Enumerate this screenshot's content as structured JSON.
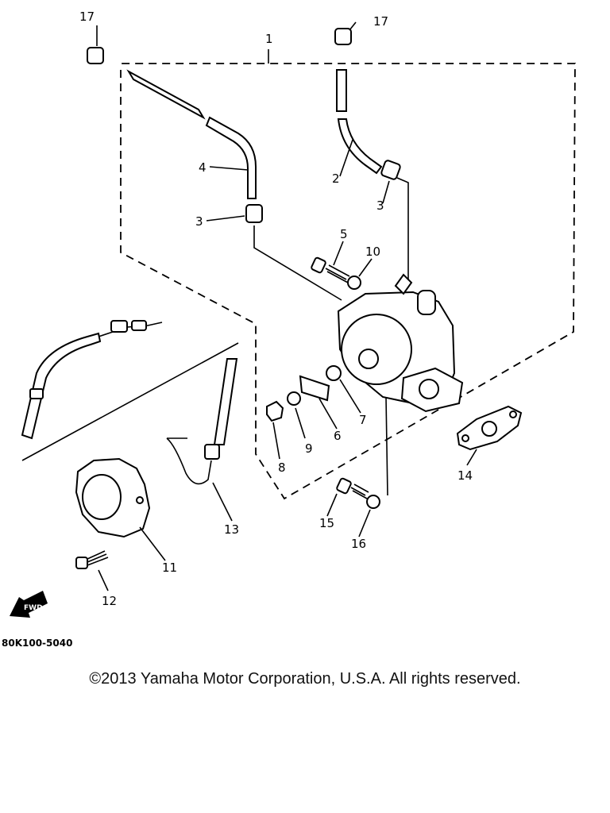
{
  "callouts": [
    "17",
    "17",
    "1",
    "4",
    "3",
    "2",
    "3",
    "5",
    "10",
    "7",
    "6",
    "9",
    "8",
    "14",
    "15",
    "16",
    "13",
    "11",
    "12"
  ],
  "figure_ref": "80K100-5040",
  "direction_marker": "FWD",
  "copyright": "©2013 Yamaha Motor Corporation, U.S.A. All rights reserved."
}
